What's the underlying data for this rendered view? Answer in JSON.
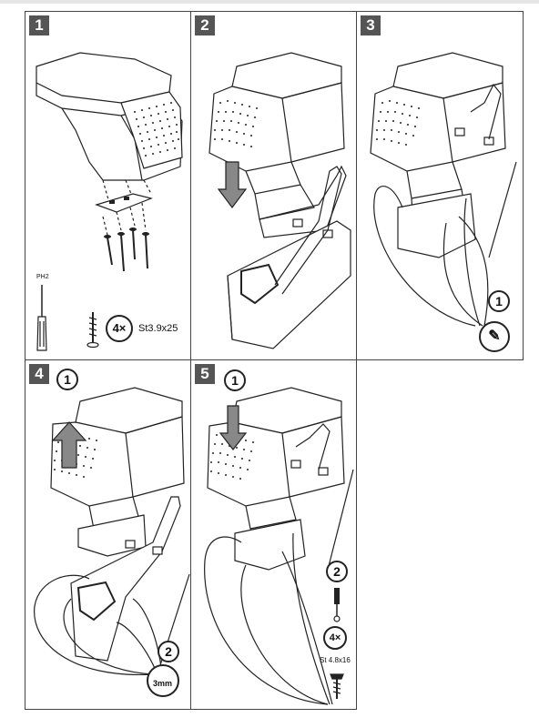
{
  "steps": [
    {
      "number": "1",
      "tool_label": "PH2",
      "qty": "4×",
      "screw_spec": "St3.9x25"
    },
    {
      "number": "2"
    },
    {
      "number": "3",
      "marker": "1"
    },
    {
      "number": "4",
      "marker_a": "1",
      "marker_b": "2",
      "drill_label": "3mm"
    },
    {
      "number": "5",
      "marker_a": "1",
      "marker_b": "2",
      "qty": "4×",
      "screw_spec": "St 4.8x16"
    }
  ],
  "colors": {
    "line": "#222222",
    "badge": "#555555",
    "panel_border": "#444444"
  }
}
